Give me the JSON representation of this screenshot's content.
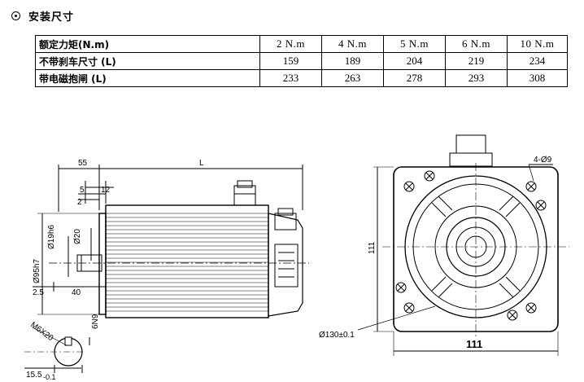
{
  "section": {
    "title": "安装尺寸"
  },
  "table": {
    "rows": [
      {
        "label": "额定力矩(N.m)",
        "values": [
          "2 N.m",
          "4 N.m",
          "5 N.m",
          "6 N.m",
          "10 N.m"
        ]
      },
      {
        "label": "不带刹车尺寸 (L)",
        "values": [
          "159",
          "189",
          "204",
          "219",
          "234"
        ]
      },
      {
        "label": "带电磁抱闸  (L)",
        "values": [
          "233",
          "263",
          "278",
          "293",
          "308"
        ]
      }
    ]
  },
  "side_view": {
    "dim_55": "55",
    "dim_L": "L",
    "dim_5": "5",
    "dim_12": "12",
    "dim_2": "2",
    "dim_19h6": "Ø19h6",
    "dim_20": "Ø20",
    "dim_95h7": "Ø95h7",
    "dim_2_5": "2.5",
    "dim_40": "40",
    "dim_m6x20": "M6X20",
    "dim_6n9": "6N9",
    "dim_15_5": "15.5",
    "dim_15_5_tol": "-0.1"
  },
  "front_view": {
    "dim_holes": "4-Ø9",
    "dim_111_v": "111",
    "dim_111_h": "111",
    "dim_130": "Ø130±0.1"
  }
}
